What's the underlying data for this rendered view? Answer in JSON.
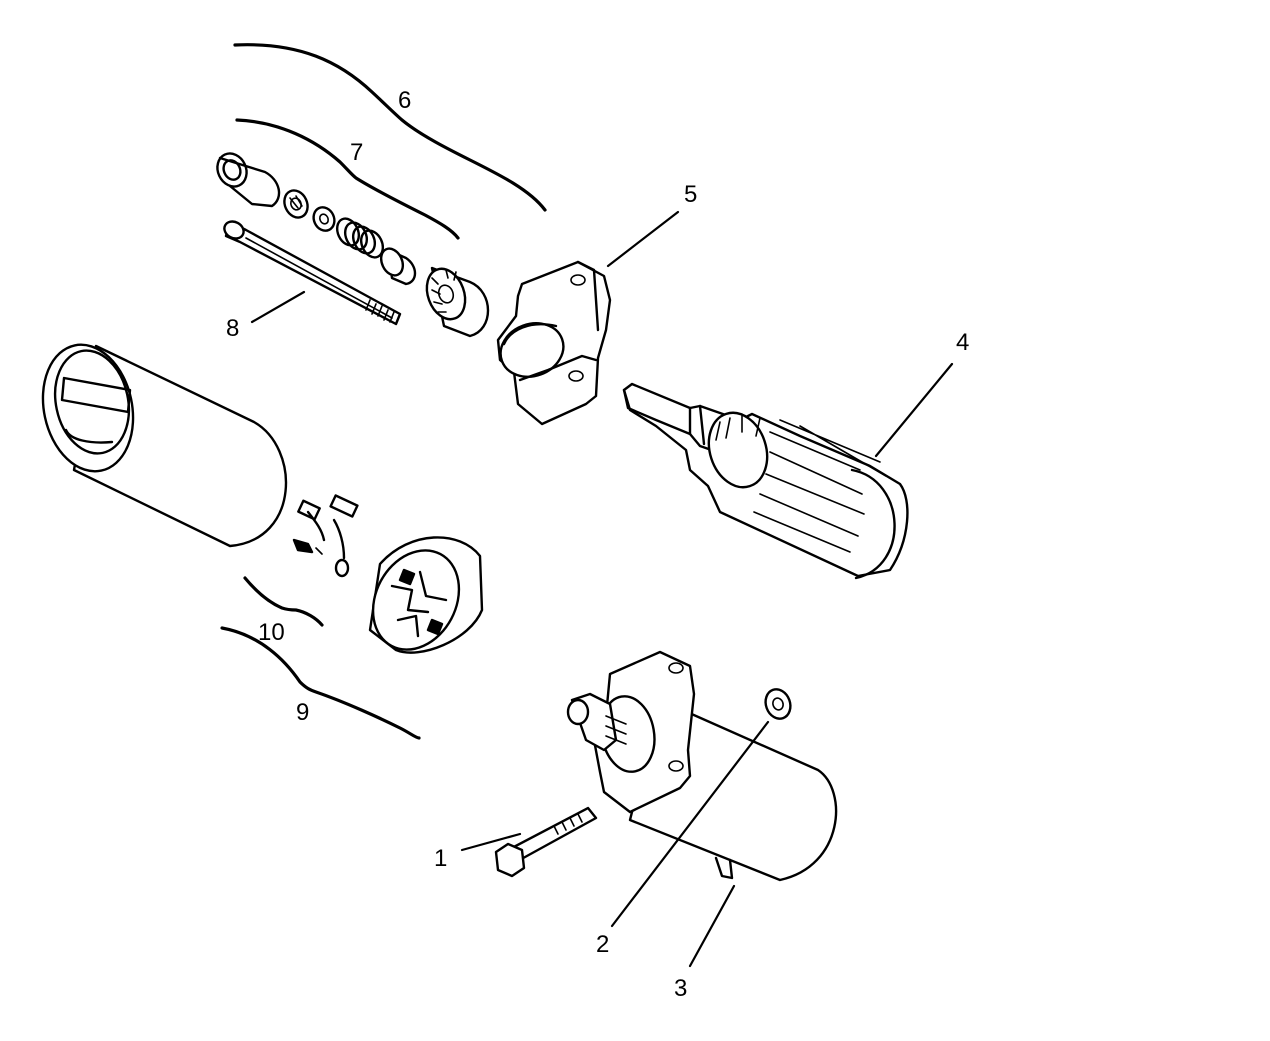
{
  "callouts": {
    "c1": "1",
    "c2": "2",
    "c3": "3",
    "c4": "4",
    "c5": "5",
    "c6": "6",
    "c7": "7",
    "c8": "8",
    "c9": "9",
    "c10": "10"
  },
  "colors": {
    "ink": "#000000",
    "background": "#ffffff"
  }
}
